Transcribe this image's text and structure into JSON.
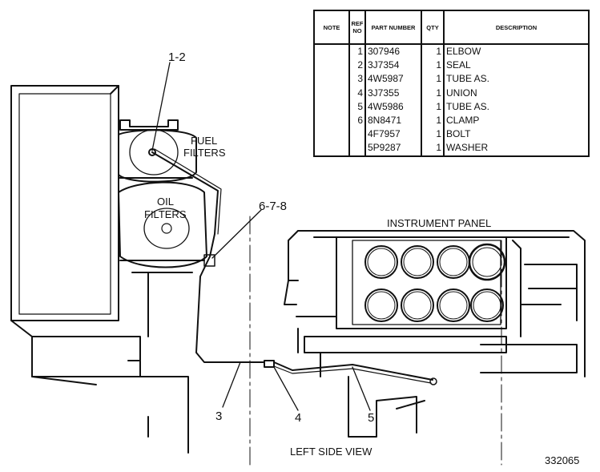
{
  "parts_table": {
    "headers": {
      "note": "NOTE",
      "ref": "REF NO",
      "part": "PART NUMBER",
      "qty": "QTY",
      "desc": "DESCRIPTION"
    },
    "rows": [
      {
        "ref": "1",
        "part": "307946",
        "qty": "1",
        "desc": "ELBOW"
      },
      {
        "ref": "2",
        "part": "3J7354",
        "qty": "1",
        "desc": "SEAL"
      },
      {
        "ref": "3",
        "part": "4W5987",
        "qty": "1",
        "desc": "TUBE AS."
      },
      {
        "ref": "4",
        "part": "3J7355",
        "qty": "1",
        "desc": "UNION"
      },
      {
        "ref": "5",
        "part": "4W5986",
        "qty": "1",
        "desc": "TUBE AS."
      },
      {
        "ref": "6",
        "part": "8N8471",
        "qty": "1",
        "desc": "CLAMP"
      },
      {
        "ref": "",
        "part": "4F7957",
        "qty": "1",
        "desc": "BOLT"
      },
      {
        "ref": "",
        "part": "5P9287",
        "qty": "1",
        "desc": "WASHER"
      }
    ]
  },
  "labels": {
    "callout_1_2": "1-2",
    "fuel_filters_1": "FUEL",
    "fuel_filters_2": "FILTERS",
    "oil_filters_1": "OIL",
    "oil_filters_2": "FILTERS",
    "callout_6_7_8": "6-7-8",
    "instrument_panel": "INSTRUMENT PANEL",
    "callout_3": "3",
    "callout_4": "4",
    "callout_5": "5",
    "view_caption": "LEFT SIDE VIEW",
    "figure_number": "332065"
  }
}
